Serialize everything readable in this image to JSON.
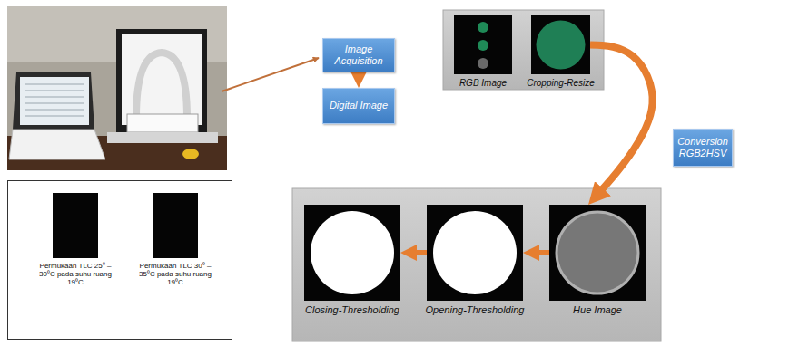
{
  "diagram": {
    "nodes": [
      {
        "text": [
          "Image Acquisition"
        ]
      },
      {
        "text": [
          "Digital Image"
        ]
      },
      {
        "text": [
          "RGB Image"
        ]
      },
      {
        "text": [
          "Cropping-Resize"
        ]
      },
      {
        "text": [
          "Conversion RGB2HSV"
        ]
      },
      {
        "text": [
          "Hue Image"
        ]
      },
      {
        "text": [
          "Opening-Thresholding"
        ]
      },
      {
        "text": [
          "Closing-Thresholding"
        ]
      },
      {
        "text": [
          "Permukaan TLC 25⁰ – 30⁰C pada suhu ruang 19⁰C"
        ]
      },
      {
        "text": [
          "Permukaan TLC 30⁰ – 35⁰C pada suhu ruang 19⁰C"
        ]
      }
    ],
    "edges": [
      {
        "from": 0,
        "to": 1,
        "arrow": "to"
      },
      {
        "from": 3,
        "to": 5,
        "arrow": "to"
      },
      {
        "from": 5,
        "to": 6,
        "arrow": "to"
      },
      {
        "from": 6,
        "to": 7,
        "arrow": "to"
      }
    ]
  }
}
